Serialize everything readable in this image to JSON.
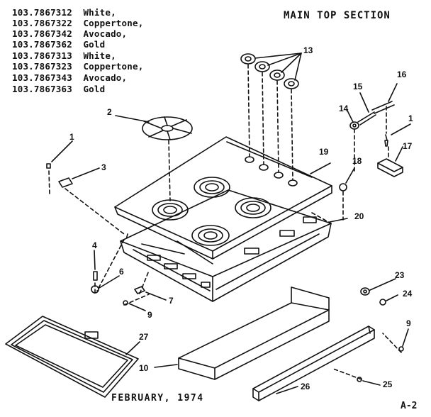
{
  "title": "MAIN TOP SECTION",
  "models": [
    {
      "number": "103.7867312",
      "color": "White,"
    },
    {
      "number": "103.7867322",
      "color": "Coppertone,"
    },
    {
      "number": "103.7867342",
      "color": "Avocado,"
    },
    {
      "number": "103.7867362",
      "color": "Gold"
    },
    {
      "number": "103.7867313",
      "color": "White,"
    },
    {
      "number": "103.7867323",
      "color": "Coppertone,"
    },
    {
      "number": "103.7867343",
      "color": "Avocado,"
    },
    {
      "number": "103.7867363",
      "color": "Gold"
    }
  ],
  "callouts": {
    "c1a": "1",
    "c1b": "1",
    "c2": "2",
    "c3": "3",
    "c4": "4",
    "c6": "6",
    "c7": "7",
    "c9a": "9",
    "c9b": "9",
    "c10": "10",
    "c13": "13",
    "c14": "14",
    "c15": "15",
    "c16": "16",
    "c17": "17",
    "c18": "18",
    "c19": "19",
    "c20": "20",
    "c23": "23",
    "c24": "24",
    "c25": "25",
    "c26": "26",
    "c27": "27"
  },
  "footer": {
    "date": "FEBRUARY, 1974",
    "page": "A-2"
  }
}
